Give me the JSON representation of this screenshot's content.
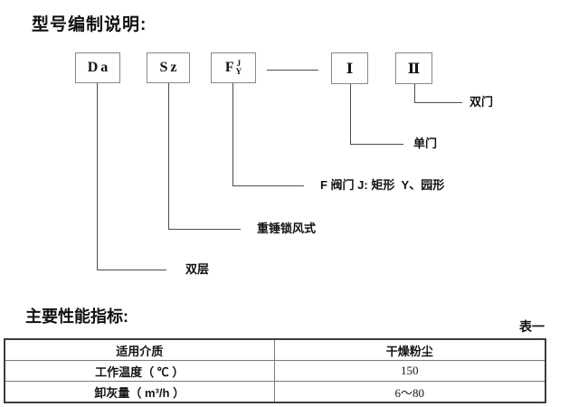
{
  "header": {
    "title": "型号编制说明:"
  },
  "diagram": {
    "boxes": [
      {
        "label": "Da"
      },
      {
        "label": "Sz"
      },
      {
        "label": "F",
        "sup": "J",
        "sub": "Y"
      },
      {
        "label": "Ⅰ"
      },
      {
        "label": "Ⅱ"
      }
    ],
    "callouts": [
      {
        "label": "双门"
      },
      {
        "label": "单门"
      },
      {
        "label": "F 阀门 J: 矩形  Y、园形"
      },
      {
        "label": "重锤锁风式"
      },
      {
        "label": "双层"
      }
    ]
  },
  "performance": {
    "section_title": "主要性能指标:",
    "table_label": "表一",
    "table": {
      "rows": [
        {
          "name": "适用介质",
          "value": "干燥粉尘"
        },
        {
          "name": "工作温度（ ℃ ）",
          "value": "150"
        },
        {
          "name": "卸灰量（ m³/h ）",
          "value": "6～80"
        }
      ]
    }
  }
}
